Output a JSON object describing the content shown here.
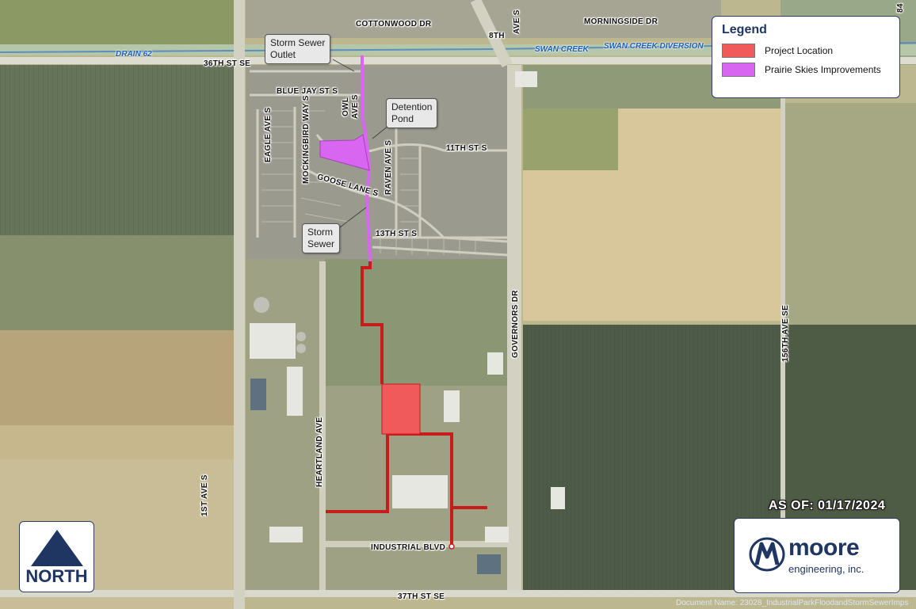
{
  "road_labels": {
    "cottonwood": "COTTONWOOD DR",
    "morningside": "MORNINGSIDE DR",
    "eighth": "8TH",
    "ave_s_top": "AVE S",
    "street36": "36TH ST SE",
    "bluejay": "BLUE JAY ST S",
    "owl": "OWL",
    "owl_ave": "AVE S",
    "eagle": "EAGLE AVE S",
    "mockingbird": "MOCKINGBIRD WAY S",
    "goose": "GOOSE LANE S",
    "raven": "RAVEN AVE S",
    "eleventh": "11TH ST S",
    "thirteenth": "13TH ST S",
    "governors": "GOVERNORS DR",
    "ave156": "156TH AVE SE",
    "heartland": "HEARTLAND AVE",
    "firstave": "1ST AVE S",
    "industrial": "INDUSTRIAL BLVD",
    "street37": "37TH ST SE",
    "right_edge_number": "84"
  },
  "water_labels": {
    "drain": "DRAIN 62",
    "swan": "SWAN CREEK",
    "swan_diversion": "SWAN CREEK DIVERSION"
  },
  "callouts": {
    "storm_sewer_outlet": "Storm Sewer\nOutlet",
    "detention_pond": "Detention\nPond",
    "storm_sewer": "Storm\nSewer"
  },
  "legend": {
    "title": "Legend",
    "items": [
      {
        "label": "Project Location",
        "color": "#f05a5a"
      },
      {
        "label": "Prairie Skies Improvements",
        "color": "#d966f0"
      }
    ]
  },
  "as_of": "AS OF: 01/17/2024",
  "logo": {
    "word": "moore",
    "sub": "engineering, inc.",
    "icon": "moore-m-icon",
    "color": "#1f3562"
  },
  "north_arrow": {
    "label": "NORTH",
    "icon": "north-arrow-icon"
  },
  "doc_name": "Document Name: 23028_IndustrialParkFloodandStormSewerImps",
  "colors": {
    "project": "#f05a5a",
    "project_stroke": "#c61c1c",
    "prairie": "#d966f0",
    "brand": "#1f3562"
  }
}
